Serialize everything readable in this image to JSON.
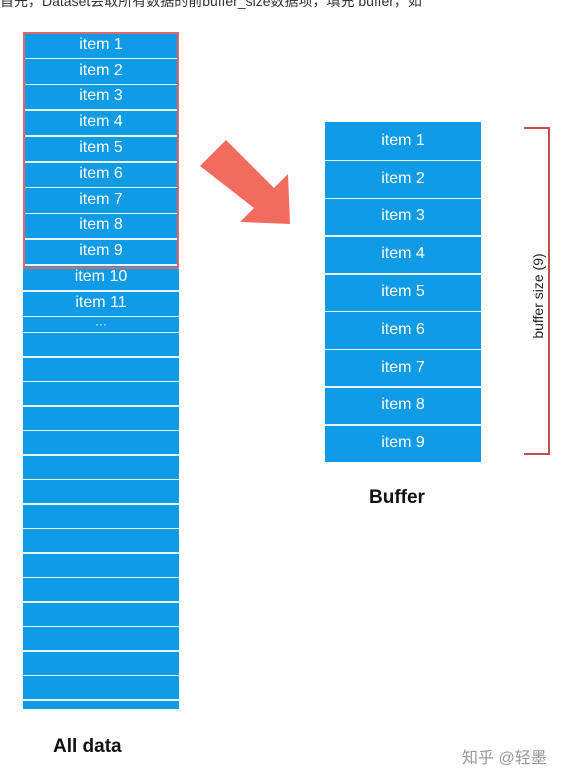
{
  "top_text": "首先，Dataset会取所有数据的前buffer_size数据项，填充 buffer，如",
  "all_data": {
    "items": [
      "item 1",
      "item 2",
      "item 3",
      "item 4",
      "item 5",
      "item 6",
      "item 7",
      "item 8",
      "item 9",
      "item 10",
      "item 11",
      "···"
    ],
    "caption": "All data"
  },
  "buffer": {
    "items": [
      "item 1",
      "item 2",
      "item 3",
      "item 4",
      "item 5",
      "item 6",
      "item 7",
      "item 8",
      "item 9"
    ],
    "caption": "Buffer",
    "size_label": "buffer size (9)"
  },
  "colors": {
    "cell_blue": "#0f9be6",
    "highlight_red": "#e06666",
    "arrow_coral": "#f36a5f"
  },
  "watermark": "知乎 @轻墨"
}
